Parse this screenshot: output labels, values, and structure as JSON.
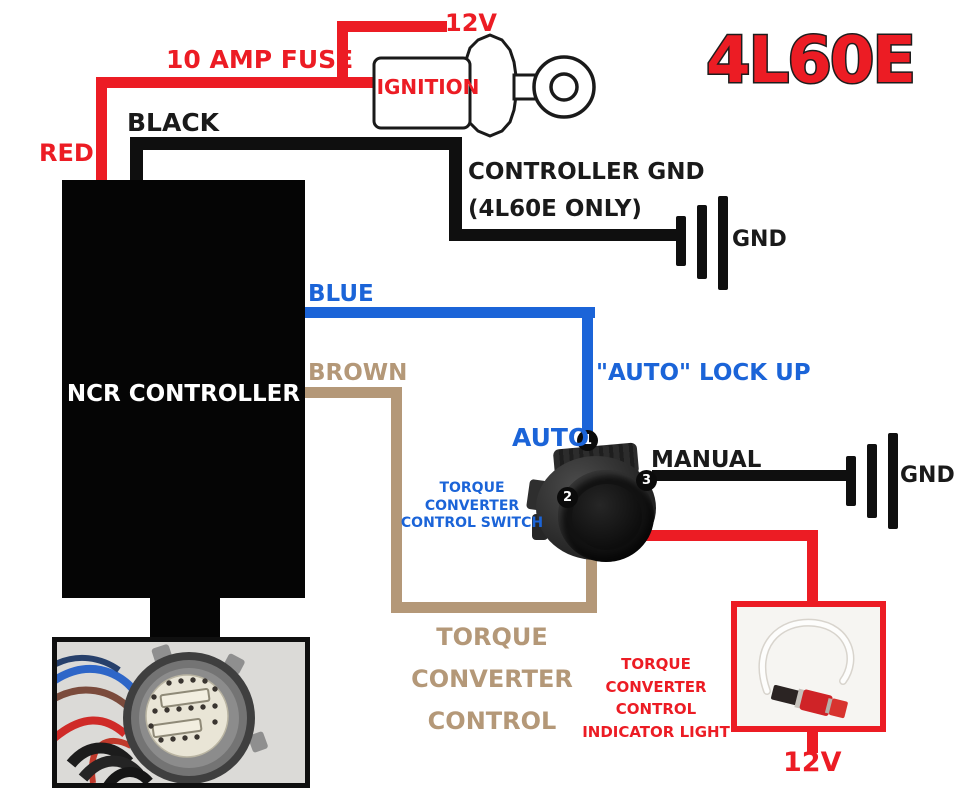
{
  "title": "4L60E",
  "colors": {
    "red": "#EC1C24",
    "blue": "#1B64D8",
    "brown": "#B49878",
    "black": "#0F0F0F"
  },
  "controller": {
    "label": "NCR CONTROLLER"
  },
  "power": {
    "v12_top": "12V",
    "fuse": "10 AMP FUSE",
    "red_wire": "RED",
    "ignition": "IGNITION"
  },
  "ground_branch": {
    "black_wire": "BLACK",
    "line1": "CONTROLLER GND",
    "line2": "(4L60E ONLY)",
    "gnd": "GND"
  },
  "lockup": {
    "blue_wire": "BLUE",
    "auto_lockup": "\"AUTO\" LOCK UP",
    "auto": "AUTO",
    "manual": "MANUAL",
    "gnd": "GND",
    "switch_line1": "TORQUE CONVERTER",
    "switch_line2": "CONTROL SWITCH",
    "terminal1": "1",
    "terminal2": "2",
    "terminal3": "3"
  },
  "tcc": {
    "brown_wire": "BROWN",
    "line1": "TORQUE CONVERTER",
    "line2": "CONTROL"
  },
  "indicator": {
    "line1": "TORQUE CONVERTER",
    "line2": "CONTROL",
    "line3": "INDICATOR LIGHT",
    "v12_bottom": "12V"
  }
}
